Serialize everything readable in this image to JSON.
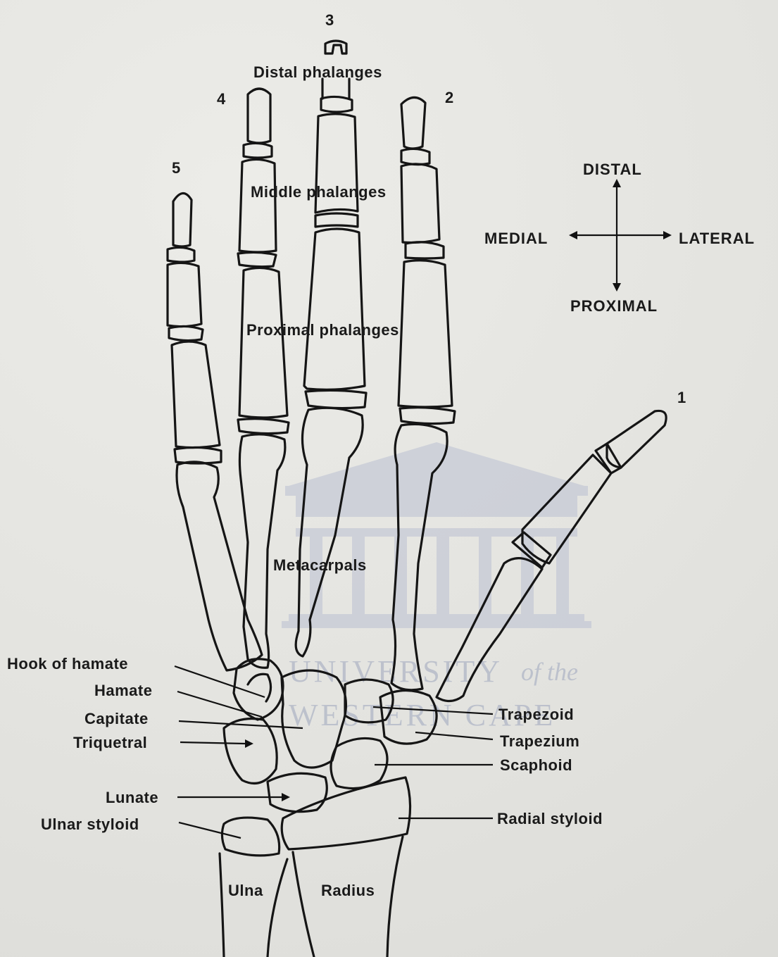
{
  "finger_numbers": {
    "f1": "1",
    "f2": "2",
    "f3": "3",
    "f4": "4",
    "f5": "5"
  },
  "region_labels": {
    "distal_phalanges": "Distal phalanges",
    "middle_phalanges": "Middle phalanges",
    "proximal_phalanges": "Proximal phalanges",
    "metacarpals": "Metacarpals"
  },
  "carpal_labels_left": {
    "hook_of_hamate": "Hook of hamate",
    "hamate": "Hamate",
    "capitate": "Capitate",
    "triquetral": "Triquetral",
    "lunate": "Lunate",
    "ulnar_styloid": "Ulnar styloid"
  },
  "carpal_labels_right": {
    "trapezoid": "Trapezoid",
    "trapezium": "Trapezium",
    "scaphoid": "Scaphoid",
    "radial_styloid": "Radial styloid"
  },
  "forearm_labels": {
    "ulna": "Ulna",
    "radius": "Radius"
  },
  "orientation": {
    "distal": "DISTAL",
    "proximal": "PROXIMAL",
    "medial": "MEDIAL",
    "lateral": "LATERAL"
  },
  "watermark": {
    "line1": "UNIVERSITY",
    "of_the": "of the",
    "line2": "WESTERN CAPE"
  },
  "colors": {
    "ink": "#151515",
    "paper": "#e6e6e2",
    "watermark": "#b9bfd1"
  }
}
